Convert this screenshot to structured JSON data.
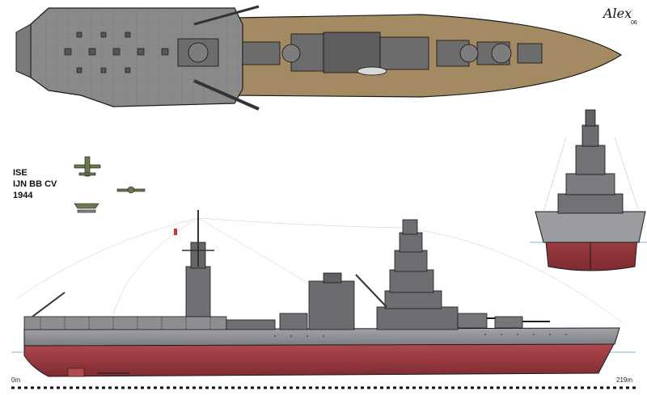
{
  "title": {
    "line1": "ISE",
    "line2": "IJN BB CV",
    "line3": "1944"
  },
  "signature": {
    "text": "Alex",
    "year": "06"
  },
  "scale": {
    "start": "0m",
    "end": "219m"
  },
  "colors": {
    "deck_wood": "#a48a62",
    "flight_deck": "#8a8a8a",
    "hull_gray": "#8e9095",
    "hull_red": "#9a3b40",
    "waterline": "#8ab4d8",
    "outline": "#1a1a1a"
  },
  "views": {
    "top": "top-view",
    "side": "side-profile",
    "front": "bow-view"
  }
}
